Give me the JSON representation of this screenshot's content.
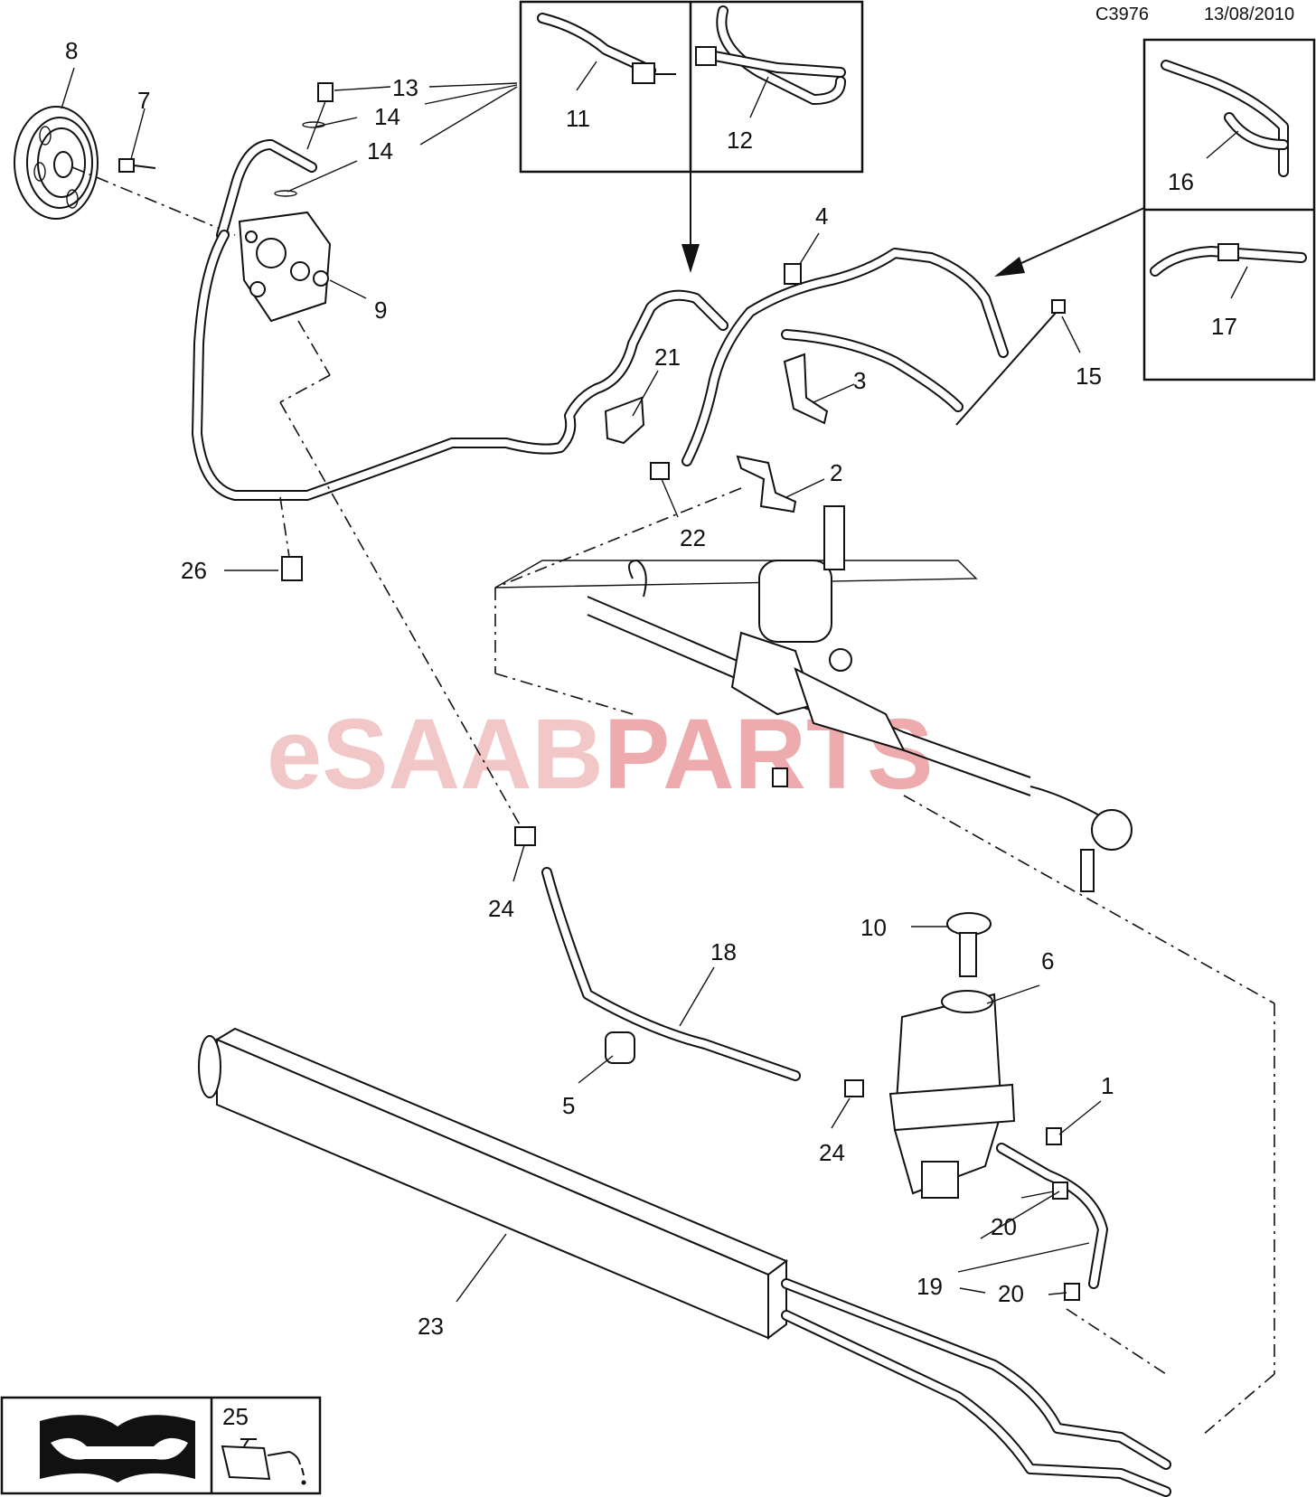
{
  "header": {
    "drawing_id": "C3976",
    "date": "13/08/2010"
  },
  "watermark": {
    "part1": "eSAAB",
    "part2": "PARTS",
    "color1": "#e79a9a",
    "color2": "#e0676b"
  },
  "callouts": [
    "1",
    "2",
    "3",
    "4",
    "5",
    "6",
    "7",
    "8",
    "9",
    "10",
    "11",
    "12",
    "13",
    "14",
    "14",
    "15",
    "16",
    "17",
    "18",
    "19",
    "20",
    "20",
    "21",
    "22",
    "23",
    "24",
    "24",
    "25",
    "26"
  ],
  "legend": {
    "number": "25",
    "book_icon": "service-manual-wrench-icon",
    "can_icon": "oil-can-icon"
  }
}
